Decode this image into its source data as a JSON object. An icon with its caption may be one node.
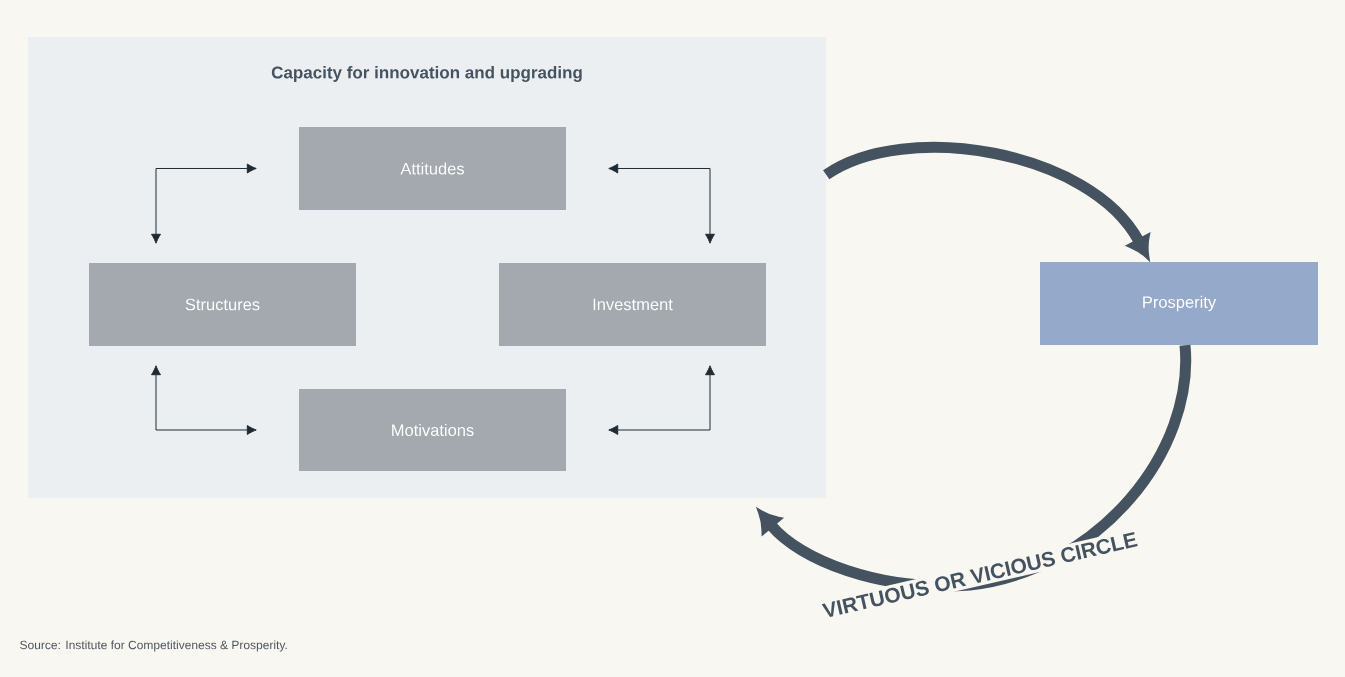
{
  "diagram": {
    "caption": "Source: Institute for Competitiveness & Prosperity.",
    "nodes": [
      {
        "text": [
          "Capacity for innovation and upgrading"
        ]
      },
      {
        "text": [
          "Attitudes"
        ],
        "in": 0
      },
      {
        "text": [
          "Structures"
        ],
        "in": 0
      },
      {
        "text": [
          "Investment"
        ],
        "in": 0
      },
      {
        "text": [
          "Motivations"
        ],
        "in": 0
      },
      {
        "text": [
          "Prosperity"
        ]
      }
    ],
    "edges": [
      {
        "from": 1,
        "to": 2,
        "arrow": "both"
      },
      {
        "from": 1,
        "to": 3,
        "arrow": "both"
      },
      {
        "from": 2,
        "to": 4,
        "arrow": "both"
      },
      {
        "from": 3,
        "to": 4,
        "arrow": "both"
      },
      {
        "from": 0,
        "to": 5,
        "arrow": "to",
        "style": "thick"
      },
      {
        "from": 5,
        "to": 0,
        "arrow": "to",
        "style": "thick",
        "label": "VIRTUOUS OR VICIOUS CIRCLE"
      }
    ]
  }
}
